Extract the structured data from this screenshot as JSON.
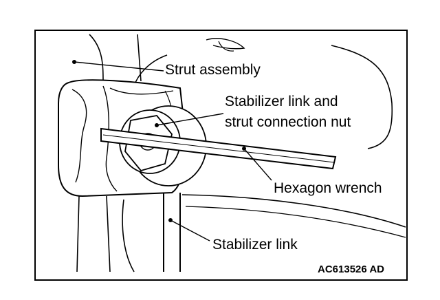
{
  "labels": {
    "strut_assembly": "Strut assembly",
    "nut_line1": "Stabilizer link and",
    "nut_line2": "strut connection nut",
    "hexagon_wrench": "Hexagon wrench",
    "stabilizer_link": "Stabilizer link"
  },
  "figure_code": "AC613526 AD"
}
